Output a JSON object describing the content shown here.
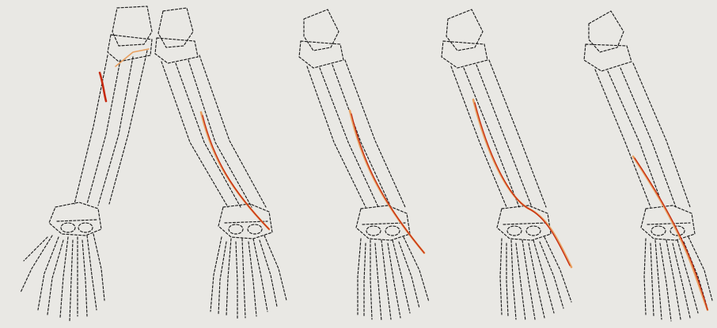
{
  "figure": {
    "panels": [
      {
        "id": "panel-1",
        "structure": "forearm-hand-skeleton-two-bones-diverging",
        "highlight": "short-muscle-near-elbow"
      },
      {
        "id": "panel-2",
        "structure": "forearm-hand-skeleton",
        "highlight": "muscle-along-mid-forearm"
      },
      {
        "id": "panel-3",
        "structure": "forearm-hand-skeleton",
        "highlight": "muscle-along-forearm-to-wrist"
      },
      {
        "id": "panel-4",
        "structure": "forearm-hand-skeleton",
        "highlight": "muscle-from-upper-forearm-across-wrist"
      },
      {
        "id": "panel-5",
        "structure": "forearm-hand-skeleton",
        "highlight": "muscle-from-mid-forearm-to-fingertip"
      }
    ],
    "colors": {
      "background": "#e9e8e4",
      "bone_outline": "#1c1c1c",
      "muscle_red": "#c62a10",
      "muscle_orange": "#e8a060"
    }
  }
}
